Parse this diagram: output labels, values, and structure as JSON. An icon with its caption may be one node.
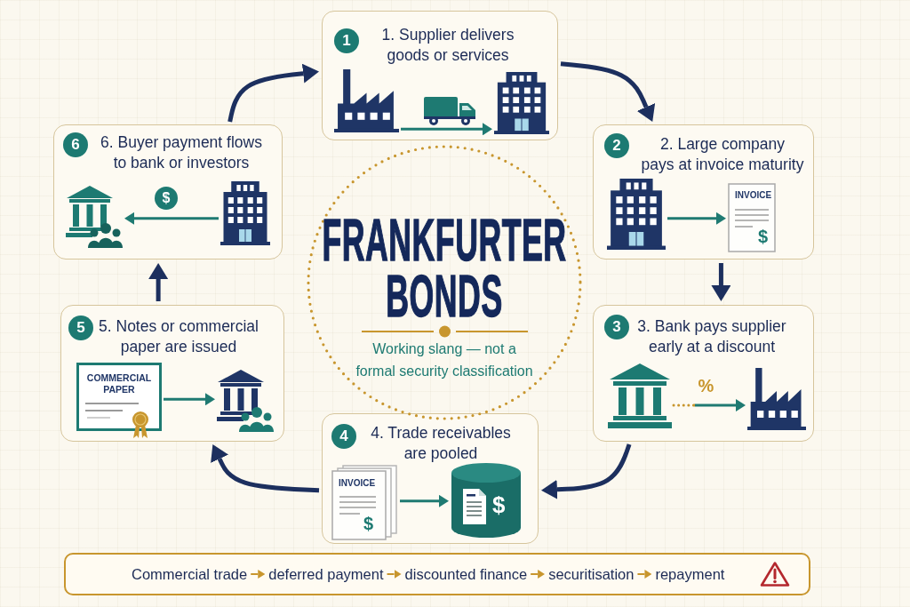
{
  "diagram": {
    "nodes": [
      {
        "text": [
          "1. Supplier delivers goods or services"
        ]
      },
      {
        "text": [
          "1"
        ],
        "in": 0
      },
      {
        "text": [],
        "shape": "picture",
        "in": 0
      },
      {
        "text": [],
        "shape": "picture",
        "in": 0
      },
      {
        "text": [
          "2. Large company pays at invoice maturity"
        ]
      },
      {
        "text": [
          "2"
        ],
        "in": 4
      },
      {
        "text": [],
        "shape": "picture",
        "in": 4
      },
      {
        "text": [
          "INVOICE",
          "$"
        ],
        "in": 4
      },
      {
        "text": [
          "3. Bank pays supplier early at a discount"
        ]
      },
      {
        "text": [
          "3"
        ],
        "in": 8
      },
      {
        "text": [],
        "shape": "picture",
        "in": 8
      },
      {
        "text": [],
        "shape": "picture",
        "in": 8
      },
      {
        "text": [
          "4. Trade receivables are pooled"
        ]
      },
      {
        "text": [
          "4"
        ],
        "in": 12
      },
      {
        "text": [
          "INVOICE",
          "$"
        ],
        "in": 12
      },
      {
        "text": [
          "$"
        ],
        "in": 12
      },
      {
        "text": [
          "5. Notes or commercial paper are issued"
        ]
      },
      {
        "text": [
          "5"
        ],
        "in": 16
      },
      {
        "text": [
          "COMMERCIAL PAPER"
        ],
        "in": 16
      },
      {
        "text": [],
        "shape": "picture",
        "in": 16
      },
      {
        "text": [
          "6. Buyer payment flows to bank or investors"
        ]
      },
      {
        "text": [
          "6"
        ],
        "in": 20
      },
      {
        "text": [],
        "shape": "picture",
        "in": 20
      },
      {
        "text": [
          "$"
        ],
        "in": 20
      },
      {
        "text": [],
        "shape": "picture",
        "in": 20
      },
      {
        "text": [
          "FRANKFURTER BONDS",
          "Working slang — not a formal security classification"
        ]
      },
      {
        "text": [],
        "shape": "box"
      },
      {
        "text": [
          "Commercial trade"
        ],
        "in": 26
      },
      {
        "text": [
          "deferred payment"
        ],
        "in": 26
      },
      {
        "text": [
          "discounted finance"
        ],
        "in": 26
      },
      {
        "text": [
          "securitisation"
        ],
        "in": 26
      },
      {
        "text": [
          "repayment"
        ],
        "in": 26
      }
    ],
    "edges": [
      {
        "from": 20,
        "to": 0,
        "arrow": "to"
      },
      {
        "from": 0,
        "to": 4,
        "arrow": "to"
      },
      {
        "from": 4,
        "to": 8,
        "arrow": "to"
      },
      {
        "from": 8,
        "to": 12,
        "arrow": "to"
      },
      {
        "from": 12,
        "to": 16,
        "arrow": "to"
      },
      {
        "from": 16,
        "to": 20,
        "arrow": "to"
      },
      {
        "from": 2,
        "to": 3,
        "arrow": "to",
        "color": "#1f7a72"
      },
      {
        "from": 6,
        "to": 7,
        "arrow": "to",
        "color": "#1f7a72"
      },
      {
        "from": 10,
        "to": 11,
        "arrow": "to",
        "label": "%",
        "color": "#1f7a72"
      },
      {
        "from": 14,
        "to": 15,
        "arrow": "to",
        "color": "#1f7a72"
      },
      {
        "from": 18,
        "to": 19,
        "arrow": "to",
        "color": "#1f7a72"
      },
      {
        "from": 24,
        "to": 22,
        "arrow": "to",
        "color": "#1f7a72"
      },
      {
        "from": 27,
        "to": 28,
        "arrow": "to",
        "color": "#c8962e"
      },
      {
        "from": 28,
        "to": 29,
        "arrow": "to",
        "color": "#c8962e"
      },
      {
        "from": 29,
        "to": 30,
        "arrow": "to",
        "color": "#c8962e"
      },
      {
        "from": 30,
        "to": 31,
        "arrow": "to",
        "color": "#c8962e"
      }
    ]
  }
}
